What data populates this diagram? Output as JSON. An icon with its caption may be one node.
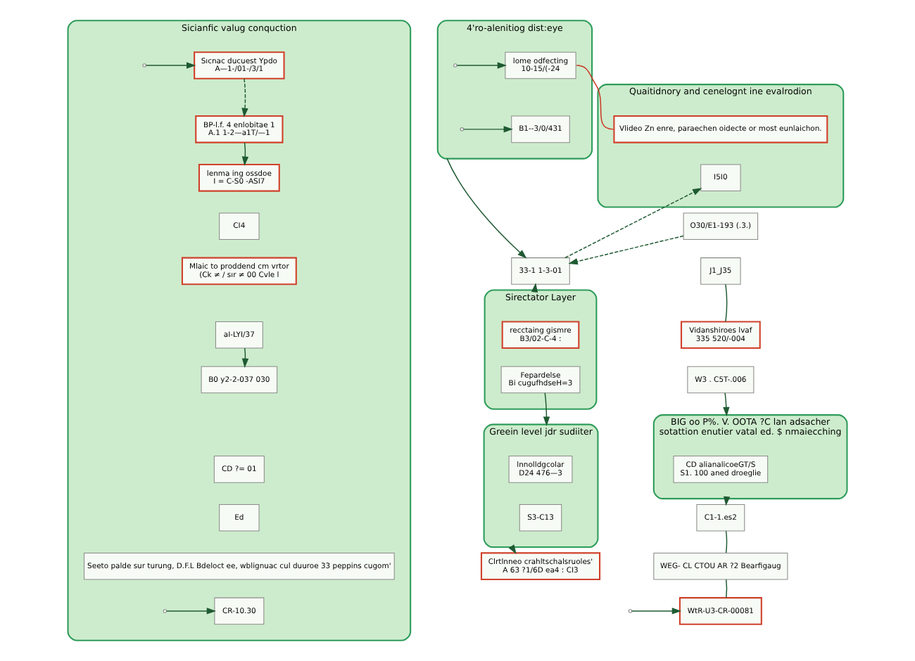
{
  "diagram": {
    "nodes": [
      {
        "text": [
          "Sicianfic valug conquction"
        ]
      },
      {
        "text": [
          "Sıcnac ducuest Ypdo",
          "A—1-/01-/3/1"
        ],
        "in": 0
      },
      {
        "text": [
          "BP-l.f. 4 enlobitae 1",
          "A.1 1-2—a1T/—1"
        ],
        "in": 0
      },
      {
        "text": [
          "lenma ing ossdoe",
          "I = C-S0 -ASI7"
        ],
        "in": 0
      },
      {
        "text": [
          "CI4"
        ],
        "in": 0
      },
      {
        "text": [
          "Mlaic to proddend cm vrtor",
          "(Ck ≠ / sır ≠ 00 Cvle l"
        ],
        "in": 0
      },
      {
        "text": [
          "aI-LYI/37"
        ],
        "in": 0
      },
      {
        "text": [
          "B0 y2-2-037 030"
        ],
        "in": 0
      },
      {
        "text": [
          "CD ?= 01"
        ],
        "in": 0
      },
      {
        "text": [
          "Ed"
        ],
        "in": 0
      },
      {
        "text": [
          "Seeto palde sur turung, D.F.L Bdeloct ee, wblignuac cul duuroe 33 peppins cugom'"
        ],
        "in": 0
      },
      {
        "text": [
          "CR-10.30"
        ],
        "in": 0
      },
      {
        "text": [
          "4'ro-alenitiog dist:eye"
        ]
      },
      {
        "text": [
          "lome odfecting",
          "10-15/(-24"
        ],
        "in": 12
      },
      {
        "text": [
          "B1--3/0/431"
        ],
        "in": 12
      },
      {
        "text": [
          "33-1 1-3-01"
        ]
      },
      {
        "text": [
          "Sirectator Layer"
        ]
      },
      {
        "text": [
          "recctaing gismre",
          "B3/02-C-4 :"
        ],
        "in": 16
      },
      {
        "text": [
          "Fepardelse",
          "Bi cugufhdseH=3"
        ],
        "in": 16
      },
      {
        "text": [
          "Greein level jdr sudiiter"
        ]
      },
      {
        "text": [
          "lnnolldgcolar",
          "D24 476—3"
        ],
        "in": 19
      },
      {
        "text": [
          "S3-C13"
        ],
        "in": 19
      },
      {
        "text": [
          "Clrtlnneo crahltschalsruoles'",
          "A 63 ?1/6D ea4 : CI3"
        ]
      },
      {
        "text": [
          "Quaitidnory and cenelognt ine evalrodion"
        ]
      },
      {
        "text": [
          "Vlideo Zn enre, paraechen oidecte or most eunlaichon."
        ],
        "in": 23
      },
      {
        "text": [
          "I5I0"
        ],
        "in": 23
      },
      {
        "text": [
          "O30/E1-193 (.3.)"
        ]
      },
      {
        "text": [
          "J1_J35"
        ]
      },
      {
        "text": [
          "Vidanshiroes lvaf",
          "335 520/-004"
        ]
      },
      {
        "text": [
          "W3 . C5T-.006"
        ]
      },
      {
        "text": [
          "BIG oo P%. V. OOTA ?C lan adsacher",
          "sotattion enutier vatal ed. $ nmaiecching"
        ]
      },
      {
        "text": [
          "CD alianalicoeGT/S",
          "S1. 100 aned droeglie"
        ],
        "in": 30
      },
      {
        "text": [
          "C1-1.es2"
        ]
      },
      {
        "text": [
          "WEG- CL CTOU AR ?2 Bearfigaug"
        ]
      },
      {
        "text": [
          "WtR-U3-CR-00081"
        ]
      }
    ],
    "edges": [
      {
        "from": null,
        "to": 1,
        "arrow": "to"
      },
      {
        "from": 1,
        "to": 2,
        "arrow": "to",
        "style": "dashed"
      },
      {
        "from": 2,
        "to": 3,
        "arrow": "to"
      },
      {
        "from": 6,
        "to": 7,
        "arrow": "to"
      },
      {
        "from": null,
        "to": 11,
        "arrow": "to"
      },
      {
        "from": null,
        "to": 13,
        "arrow": "to"
      },
      {
        "from": null,
        "to": 14,
        "arrow": "to"
      },
      {
        "from": 12,
        "to": 15,
        "arrow": "to"
      },
      {
        "from": 16,
        "to": 15,
        "arrow": "to"
      },
      {
        "from": 18,
        "to": 19,
        "arrow": "to"
      },
      {
        "from": 19,
        "to": 22,
        "arrow": "to"
      },
      {
        "from": 13,
        "to": 24,
        "arrow": "none",
        "color": "#cc3322"
      },
      {
        "from": 15,
        "to": 25,
        "arrow": "to",
        "style": "dashed"
      },
      {
        "from": 26,
        "to": 15,
        "arrow": "to",
        "style": "dashed"
      },
      {
        "from": 27,
        "to": 28,
        "arrow": "none"
      },
      {
        "from": 29,
        "to": 30,
        "arrow": "to"
      },
      {
        "from": 30,
        "to": 32,
        "arrow": "to"
      },
      {
        "from": 32,
        "to": 33,
        "arrow": "none"
      },
      {
        "from": 33,
        "to": 34,
        "arrow": "none"
      },
      {
        "from": null,
        "to": 34,
        "arrow": "to"
      }
    ]
  }
}
